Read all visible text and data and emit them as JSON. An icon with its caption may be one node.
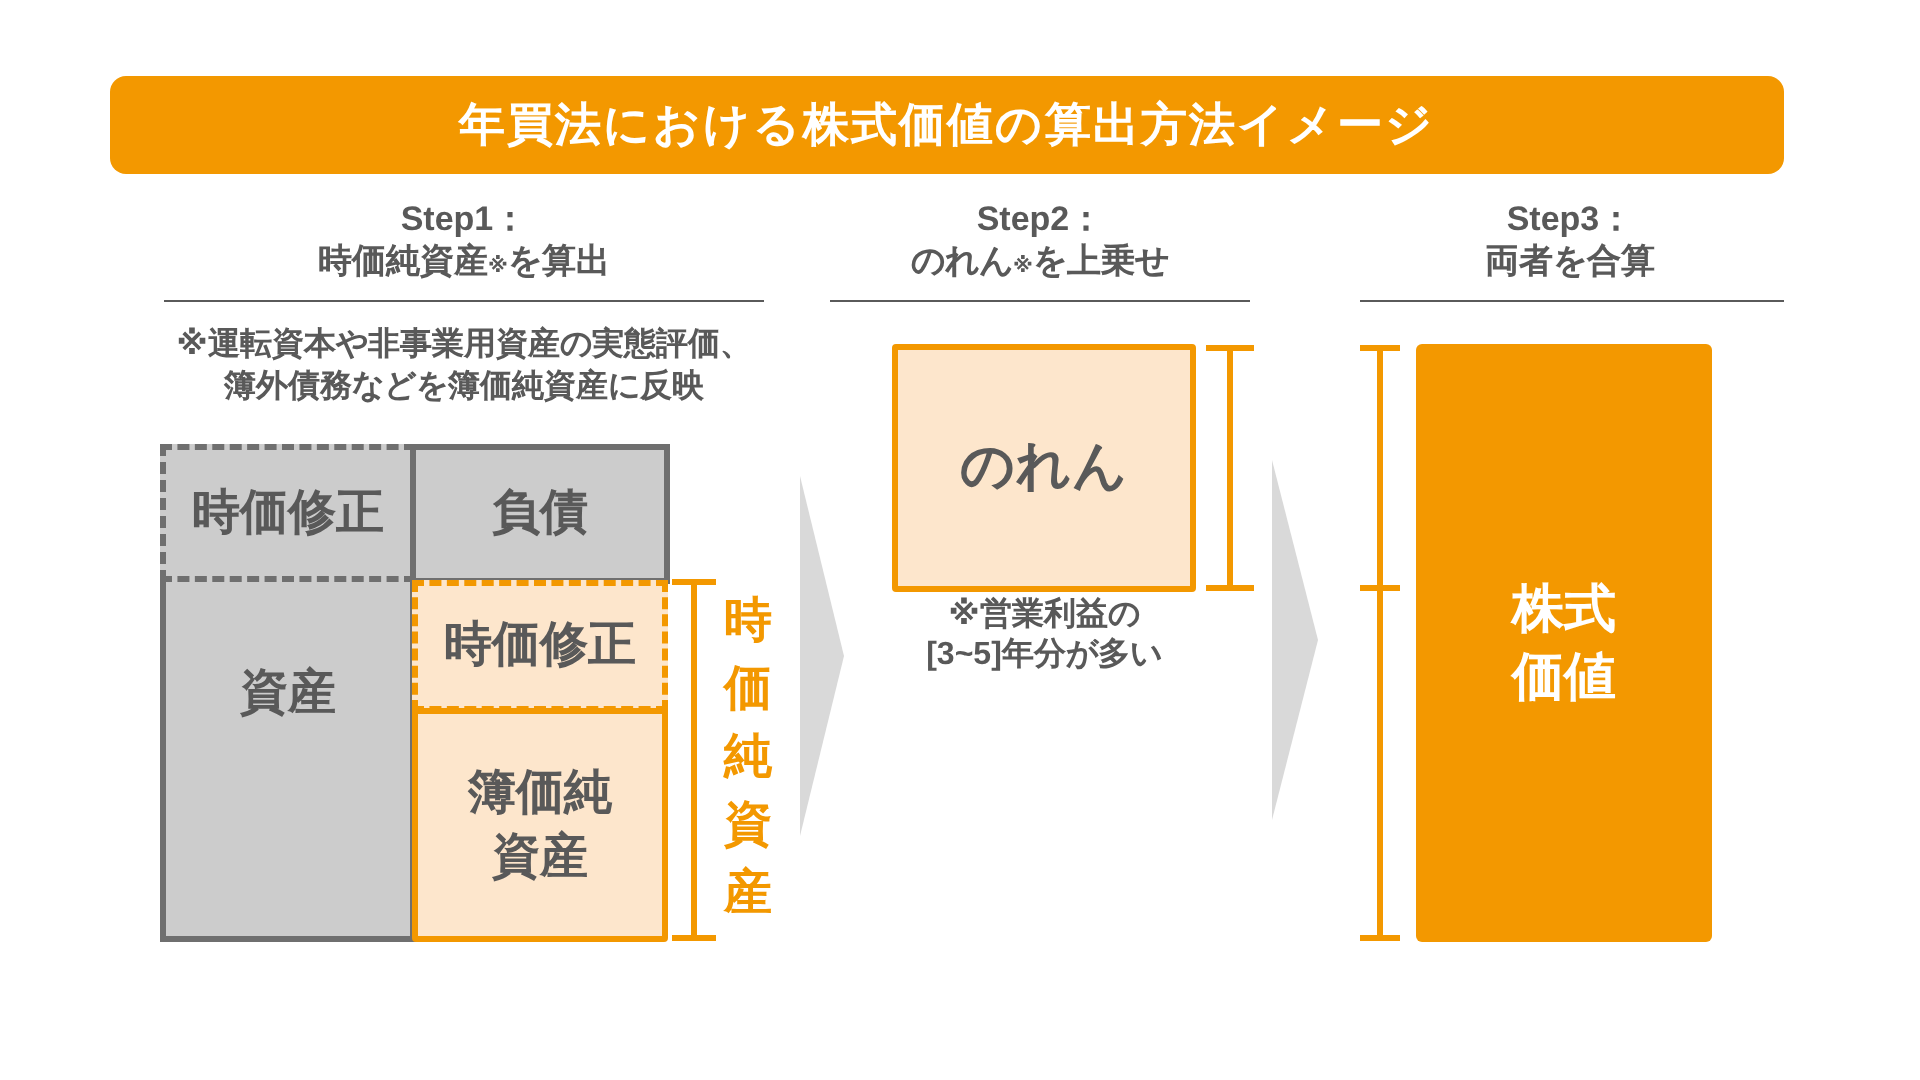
{
  "diagram": {
    "title": "年買法における株式価値の算出方法イメージ",
    "nodes": [
      {
        "text": [
          "資産"
        ]
      },
      {
        "text": [
          "時価修正"
        ],
        "in": 0
      },
      {
        "text": [
          "負債"
        ]
      },
      {
        "text": [
          "時価修正"
        ]
      },
      {
        "text": [
          "簿価純資産"
        ]
      },
      {
        "text": [
          "時価純資産"
        ]
      },
      {
        "text": [
          "のれん"
        ],
        "beside": [
          "※営業利益の[3~5]年分が多い"
        ]
      },
      {
        "text": [
          "株式価値"
        ]
      }
    ],
    "labels": [
      "Step1：",
      "時価純資産$_{※}$を算出",
      "Step2：",
      "のれん$_{※}$を上乗せ",
      "Step3：",
      "両者を合算",
      "※運転資本や非事業用資産の実態評価、簿外債務などを簿価純資産に反映"
    ]
  }
}
